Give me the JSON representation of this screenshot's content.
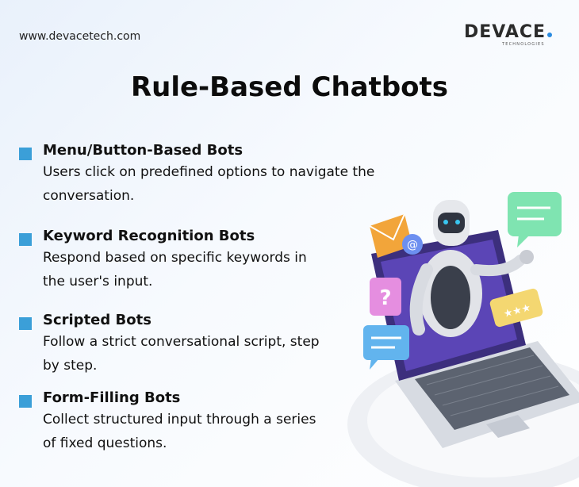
{
  "header": {
    "website": "www.devacetech.com",
    "logo_text": "DEVACE",
    "logo_subtext": "TECHNOLOGIES"
  },
  "title": "Rule-Based Chatbots",
  "items": [
    {
      "title": "Menu/Button-Based Bots",
      "description_lines": [
        "Users click on predefined options to navigate the",
        "conversation."
      ]
    },
    {
      "title": "Keyword Recognition Bots",
      "description_lines": [
        "Respond based on specific keywords in",
        "the user's input."
      ]
    },
    {
      "title": "Scripted Bots",
      "description_lines": [
        "Follow a strict conversational script, step",
        "by step."
      ]
    },
    {
      "title": "Form-Filling Bots",
      "description_lines": [
        "Collect structured input through a series",
        "of fixed questions."
      ]
    }
  ],
  "illustration": {
    "question_mark": "?",
    "at_symbol": "@"
  },
  "colors": {
    "bullet": "#3b9fd8",
    "accent_dot": "#2a8be0"
  }
}
